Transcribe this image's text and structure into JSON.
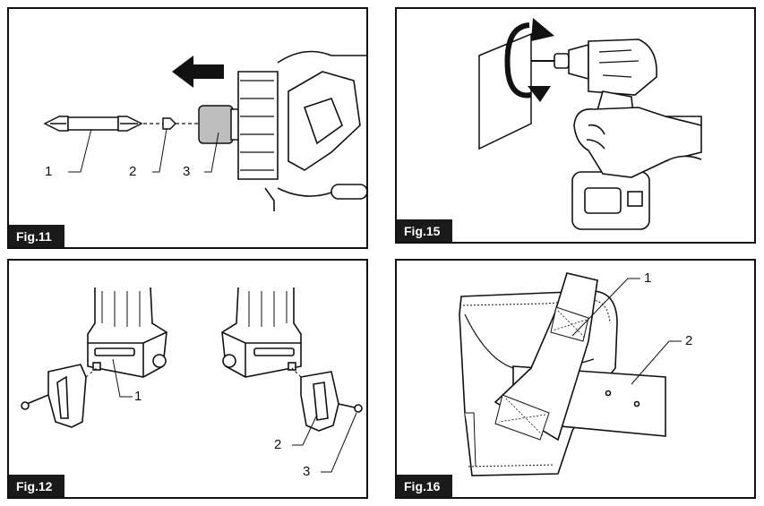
{
  "figures": [
    {
      "label": "Fig.11",
      "callouts": [
        "1",
        "2",
        "3"
      ]
    },
    {
      "label": "Fig.15",
      "callouts": []
    },
    {
      "label": "Fig.12",
      "callouts": [
        "1",
        "2",
        "3"
      ]
    },
    {
      "label": "Fig.16",
      "callouts": [
        "1",
        "2"
      ]
    }
  ]
}
